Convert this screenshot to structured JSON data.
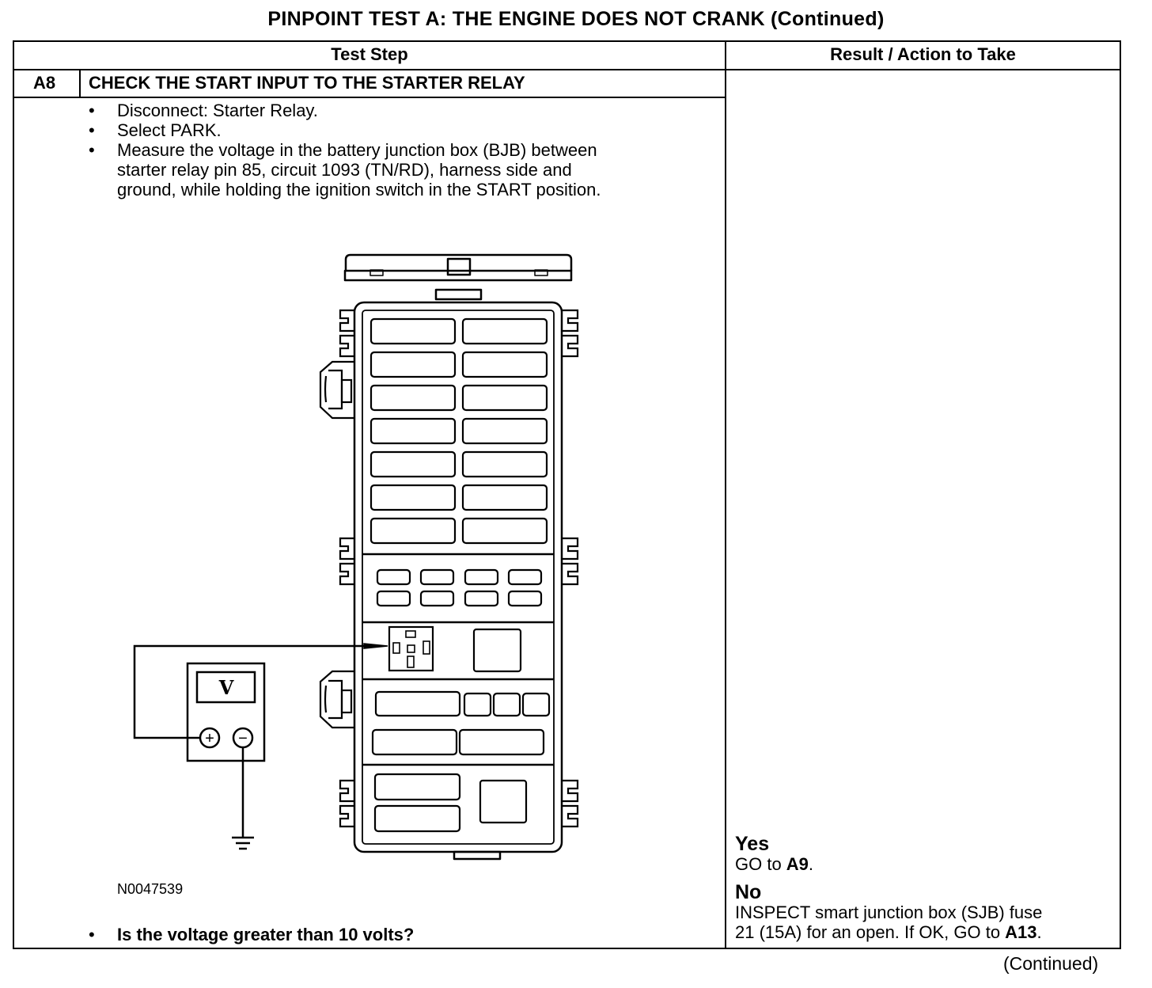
{
  "title": "PINPOINT TEST  A: THE ENGINE DOES NOT CRANK (Continued)",
  "table": {
    "header_left": "Test Step",
    "header_right": "Result / Action to Take"
  },
  "step": {
    "id": "A8",
    "title": "CHECK THE START INPUT TO THE STARTER RELAY",
    "bullets": [
      "Disconnect: Starter Relay.",
      "Select PARK.",
      "Measure the voltage in the battery junction box (BJB) between",
      "starter relay pin 85, circuit 1093 (TN/RD), harness side and",
      "ground, while holding the ignition switch in the START position."
    ],
    "figure_id": "N0047539",
    "meter_label": "V",
    "meter_plus": "+",
    "meter_minus": "−",
    "question": "Is the voltage greater than 10 volts?"
  },
  "result": {
    "yes_label": "Yes",
    "yes_text_prefix": "GO to ",
    "yes_target": "A9",
    "yes_text_suffix": ".",
    "no_label": "No",
    "no_line1": "INSPECT smart junction box (SJB) fuse",
    "no_line2_prefix": "21 (15A) for an open. If OK, GO to ",
    "no_target": "A13",
    "no_line2_suffix": "."
  },
  "footer": "(Continued)"
}
